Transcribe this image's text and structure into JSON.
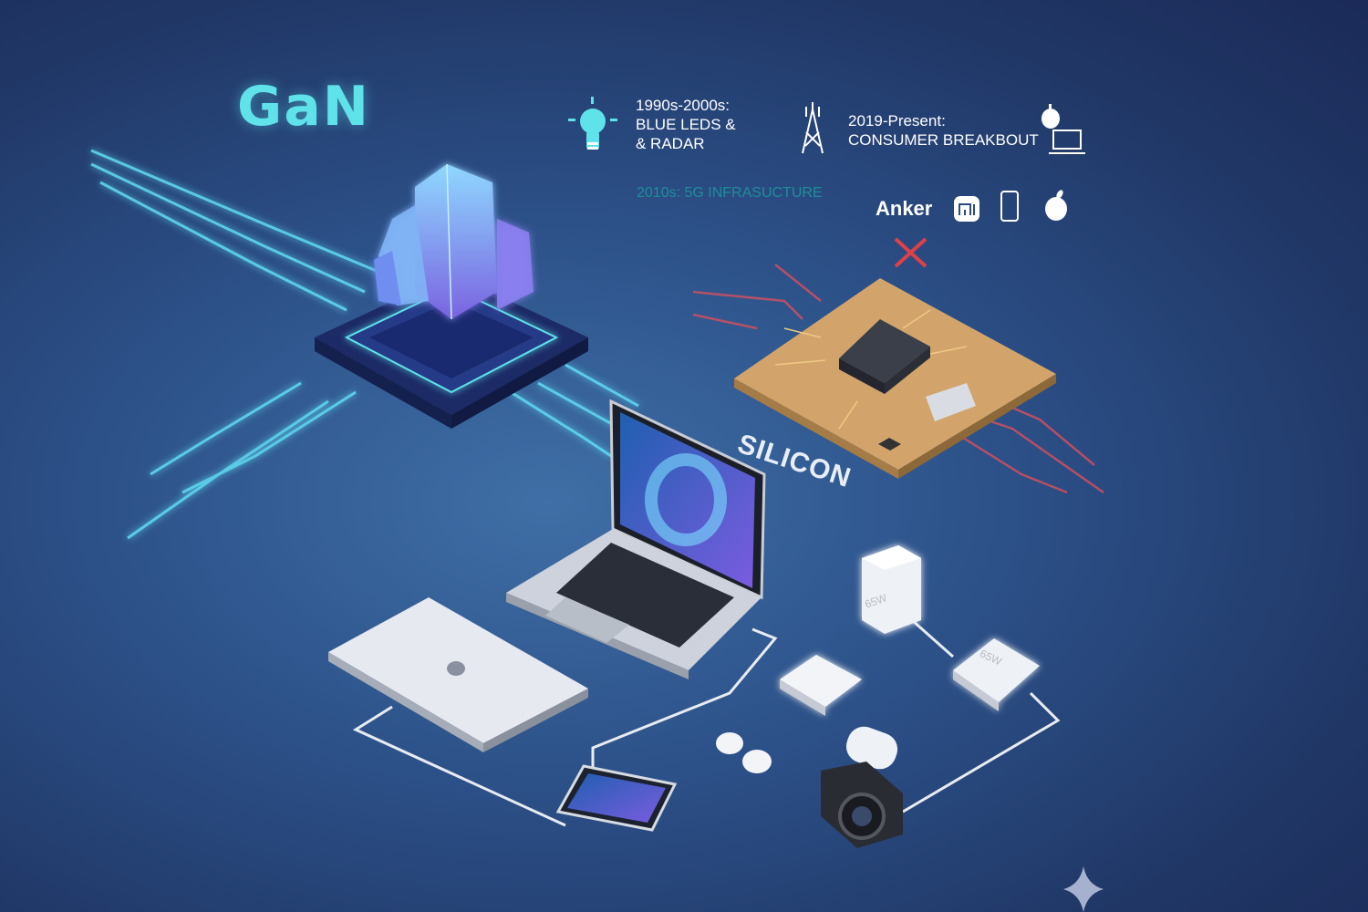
{
  "title": "GaN",
  "timeline": {
    "era_1990s": {
      "line1": "1990s-2000s:",
      "line2": "BLUE LEDS &",
      "line3": "& RADAR"
    },
    "era_2010s": "2010s: 5G INFRASUCTURE",
    "era_2019": {
      "line1": "2019-Present:",
      "line2": "CONSUMER BREAKBOUT"
    }
  },
  "brands": {
    "anker": "Anker"
  },
  "silicon_label": "SILICON",
  "chargers": {
    "label_1": "65W",
    "label_2": "65W"
  },
  "colors": {
    "gan_cyan": "#5fe2ea",
    "silicon_red": "#e0404a",
    "board_gold": "#d2a46b"
  }
}
